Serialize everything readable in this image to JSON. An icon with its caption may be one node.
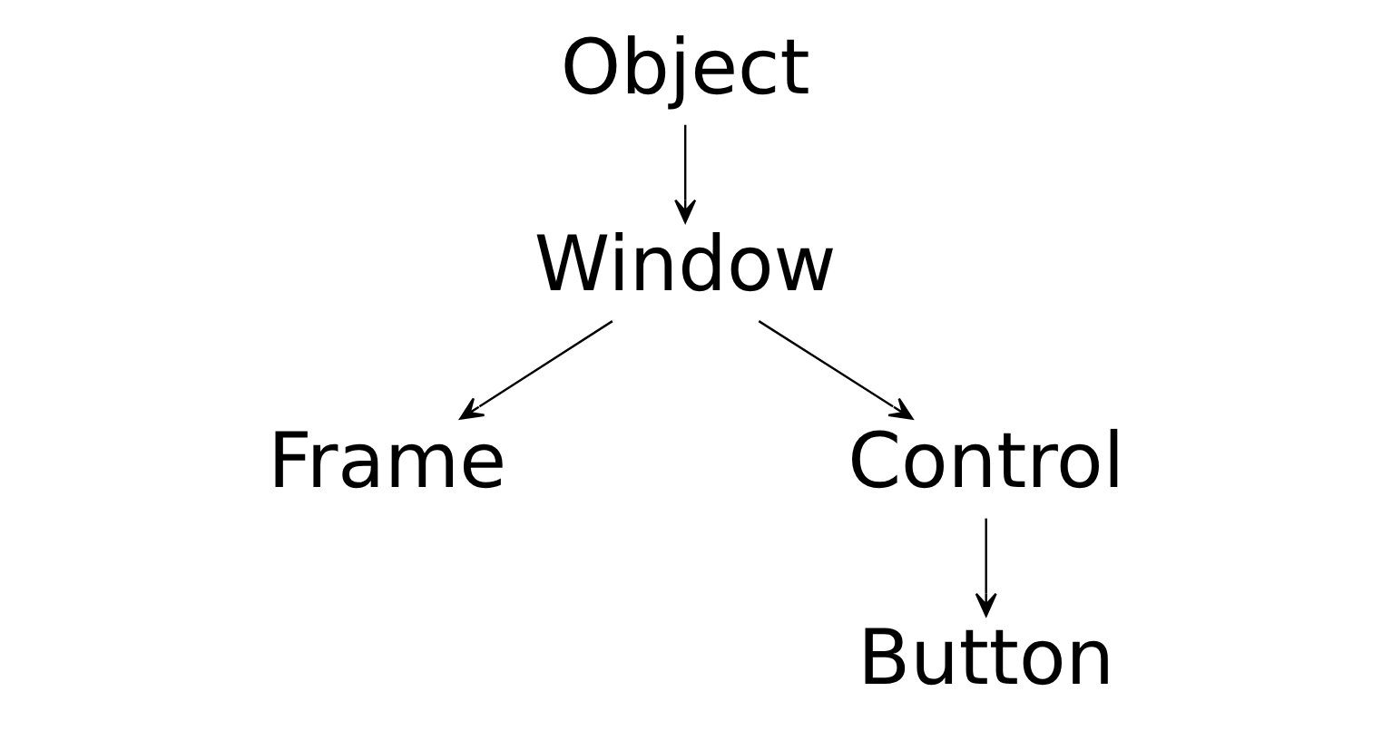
{
  "diagram": {
    "nodes": [
      {
        "text": [
          "Object"
        ]
      },
      {
        "text": [
          "Window"
        ]
      },
      {
        "text": [
          "Frame"
        ]
      },
      {
        "text": [
          "Control"
        ]
      },
      {
        "text": [
          "Button"
        ]
      }
    ],
    "edges": [
      {
        "from": 0,
        "to": 1,
        "arrow": "to"
      },
      {
        "from": 1,
        "to": 2,
        "arrow": "to"
      },
      {
        "from": 1,
        "to": 3,
        "arrow": "to"
      },
      {
        "from": 3,
        "to": 4,
        "arrow": "to"
      }
    ]
  }
}
